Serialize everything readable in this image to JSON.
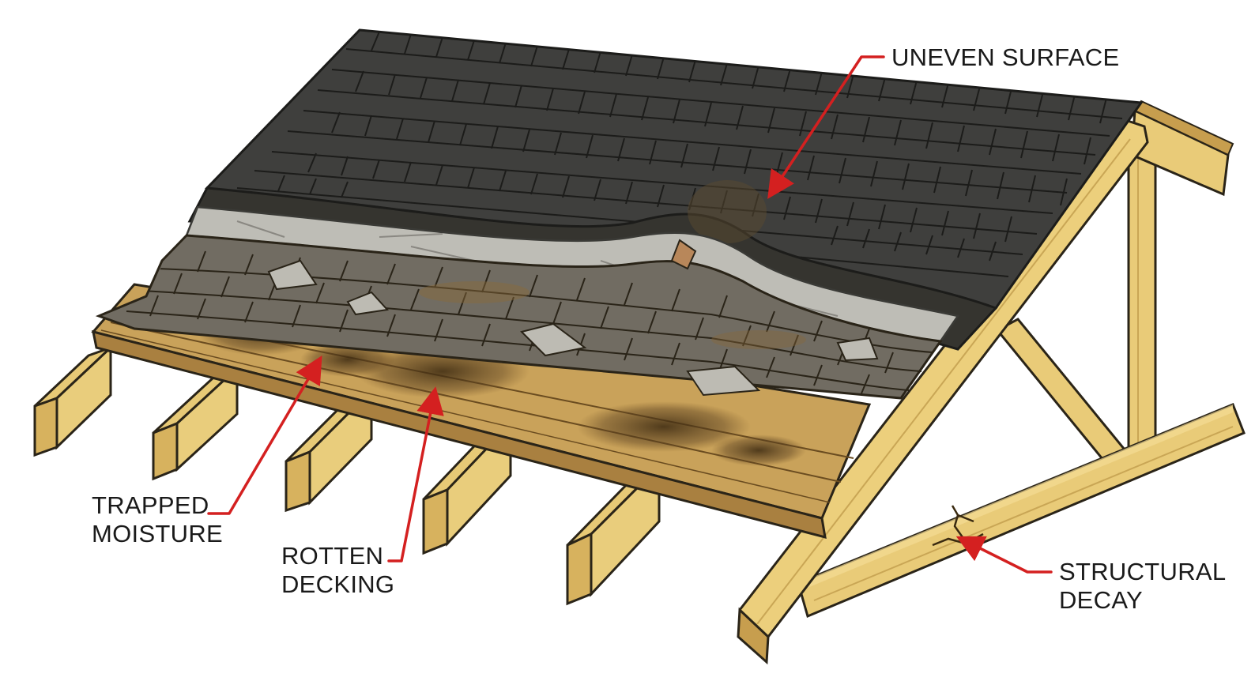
{
  "labels": {
    "uneven_surface": "UNEVEN SURFACE",
    "trapped_moisture": [
      "TRAPPED",
      "MOISTURE"
    ],
    "rotten_decking": [
      "ROTTEN",
      "DECKING"
    ],
    "structural_decay": [
      "STRUCTURAL",
      "DECAY"
    ]
  },
  "colors": {
    "arrow": "#d42020",
    "shingle_good": "#3f3f3d",
    "shingle_worn": "#6e6a62",
    "underlayment": "#b9b8b2",
    "wood": "#e7c976",
    "wood_dark": "#c79e4e",
    "rot": "#4a3518",
    "outline": "#2a2418"
  }
}
